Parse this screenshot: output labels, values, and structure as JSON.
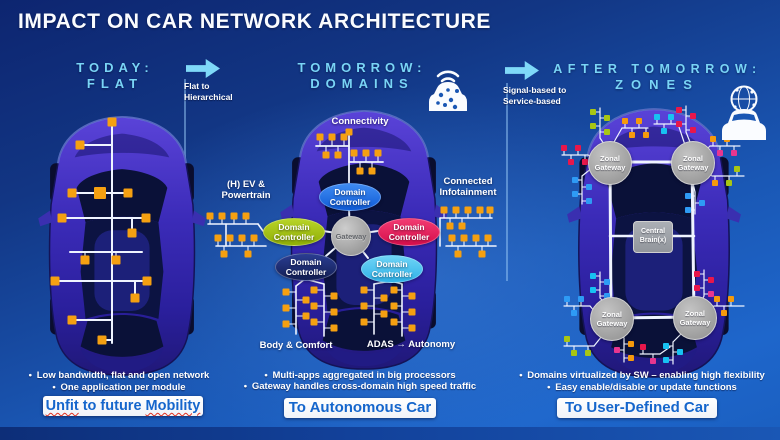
{
  "slide": {
    "title": "IMPACT ON CAR NETWORK ARCHITECTURE"
  },
  "transitions": {
    "flat_to_hierarchical": "Flat to Hierarchical",
    "signal_to_service": "Signal-based to Service-based"
  },
  "icons": {
    "connected_car": "car-wifi-icon",
    "service_car": "car-globe-icon",
    "transition_arrow": "right-arrow-icon",
    "module_square": "ecu-module-square"
  },
  "colors": {
    "background_top": "#0D2570",
    "background_bottom": "#1E66CB",
    "header_cyan": "#79D5F6",
    "module_orange": "#F5A011",
    "controller_blue": "#1669E8",
    "controller_green": "#A4C414",
    "controller_red": "#E8175A",
    "controller_navy": "#1B2B6E",
    "controller_lightblue": "#45C0EE",
    "gateway_gray": "#A8A8A8",
    "verdict_text_blue": "#1566CC"
  },
  "today": {
    "header_line1": "TODAY:",
    "header_line2": "FLAT",
    "bullets": [
      "Low bandwidth, flat and open network",
      "One application per module"
    ],
    "verdict": {
      "part1": "Unfit",
      "part2": " to future ",
      "part3": "Mobility"
    }
  },
  "tomorrow": {
    "header_line1": "TOMORROW:",
    "header_line2": "DOMAINS",
    "labels": {
      "connectivity": "Connectivity",
      "ev_line1": "(H) EV &",
      "ev_line2": "Powertrain",
      "info_line1": "Connected",
      "info_line2": "Infotainment",
      "body_comfort": "Body & Comfort",
      "adas": "ADAS → Autonomy"
    },
    "gateway": "Gateway",
    "controllers": [
      {
        "zone": "connectivity",
        "line1": "Domain",
        "line2": "Controller"
      },
      {
        "zone": "ev-powertrain",
        "line1": "Domain",
        "line2": "Controller"
      },
      {
        "zone": "infotainment",
        "line1": "Domain",
        "line2": "Controller"
      },
      {
        "zone": "body-comfort",
        "line1": "Domain",
        "line2": "Controller"
      },
      {
        "zone": "adas",
        "line1": "Domain",
        "line2": "Controller"
      }
    ],
    "bullets": [
      "Multi-apps aggregated in big processors",
      "Gateway handles cross-domain high speed traffic"
    ],
    "verdict": "To Autonomous Car"
  },
  "after_tomorrow": {
    "header_line1": "AFTER TOMORROW:",
    "header_line2": "ZONES",
    "zonal_gateway": {
      "line1": "Zonal",
      "line2": "Gateway"
    },
    "central_brain": {
      "line1": "Central",
      "line2": "Brain(x)"
    },
    "bullets": [
      "Domains virtualized by SW – enabling high flexibility",
      "Easy enable/disable or update functions"
    ],
    "verdict": "To User-Defined Car"
  }
}
